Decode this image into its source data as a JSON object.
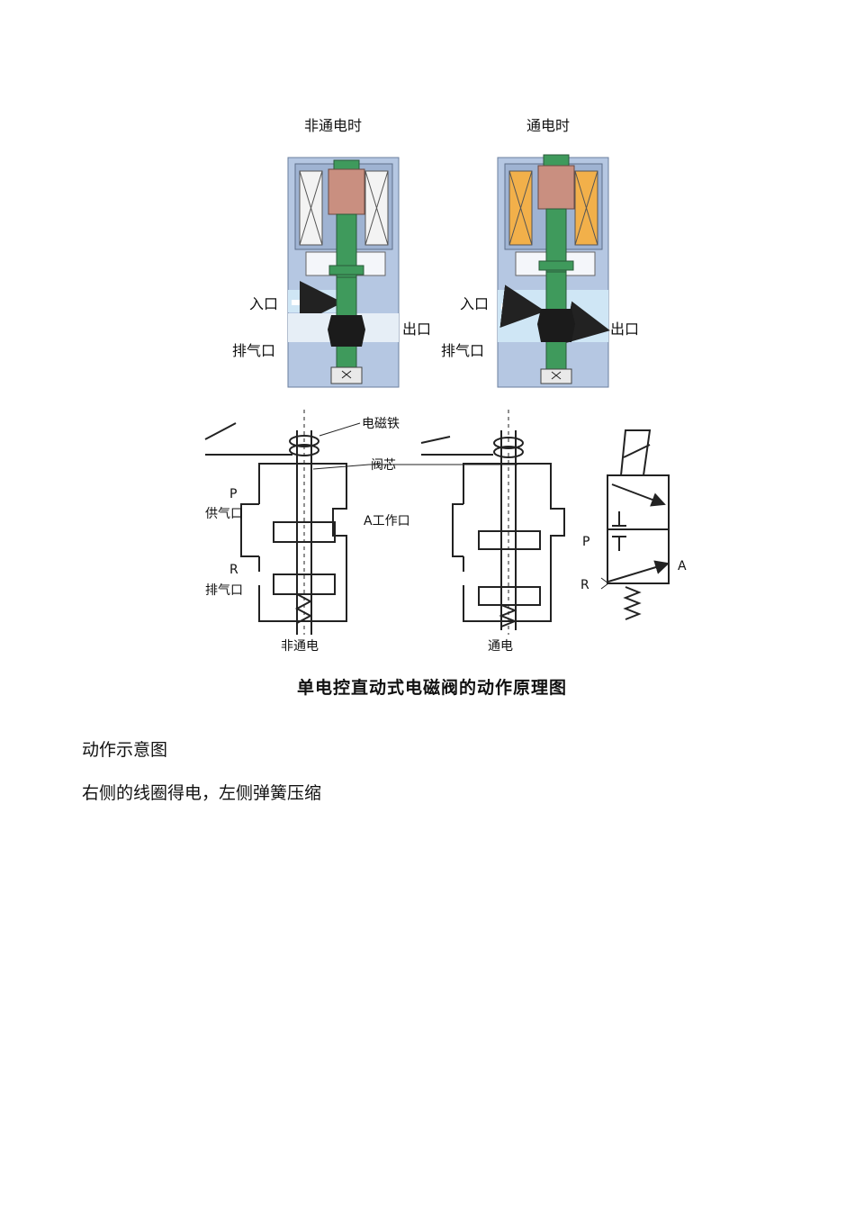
{
  "figure": {
    "top_labels": {
      "off": "非通电时",
      "on": "通电时"
    },
    "ports": {
      "inlet": "入口",
      "outlet": "出口",
      "exhaust": "排气口"
    },
    "diagram": {
      "electromagnet": "电磁铁",
      "valve_core": "阀芯",
      "p": "P",
      "supply": "供气口",
      "a_work": "A工作口",
      "r": "R",
      "exhaust": "排气口",
      "off": "非通电",
      "on": "通电",
      "sym_p": "P",
      "sym_r": "R",
      "sym_a": "A"
    },
    "caption": "单电控直动式电磁阀的动作原理图"
  },
  "text": {
    "line1": "动作示意图",
    "line2": "右侧的线圈得电，左侧弹簧压缩"
  },
  "colors": {
    "body": "#b5c7e2",
    "coil_on": "#f2b04a",
    "armature": "#c98f80",
    "stem": "#3f9a5c",
    "flow": "#cfe6f5"
  }
}
